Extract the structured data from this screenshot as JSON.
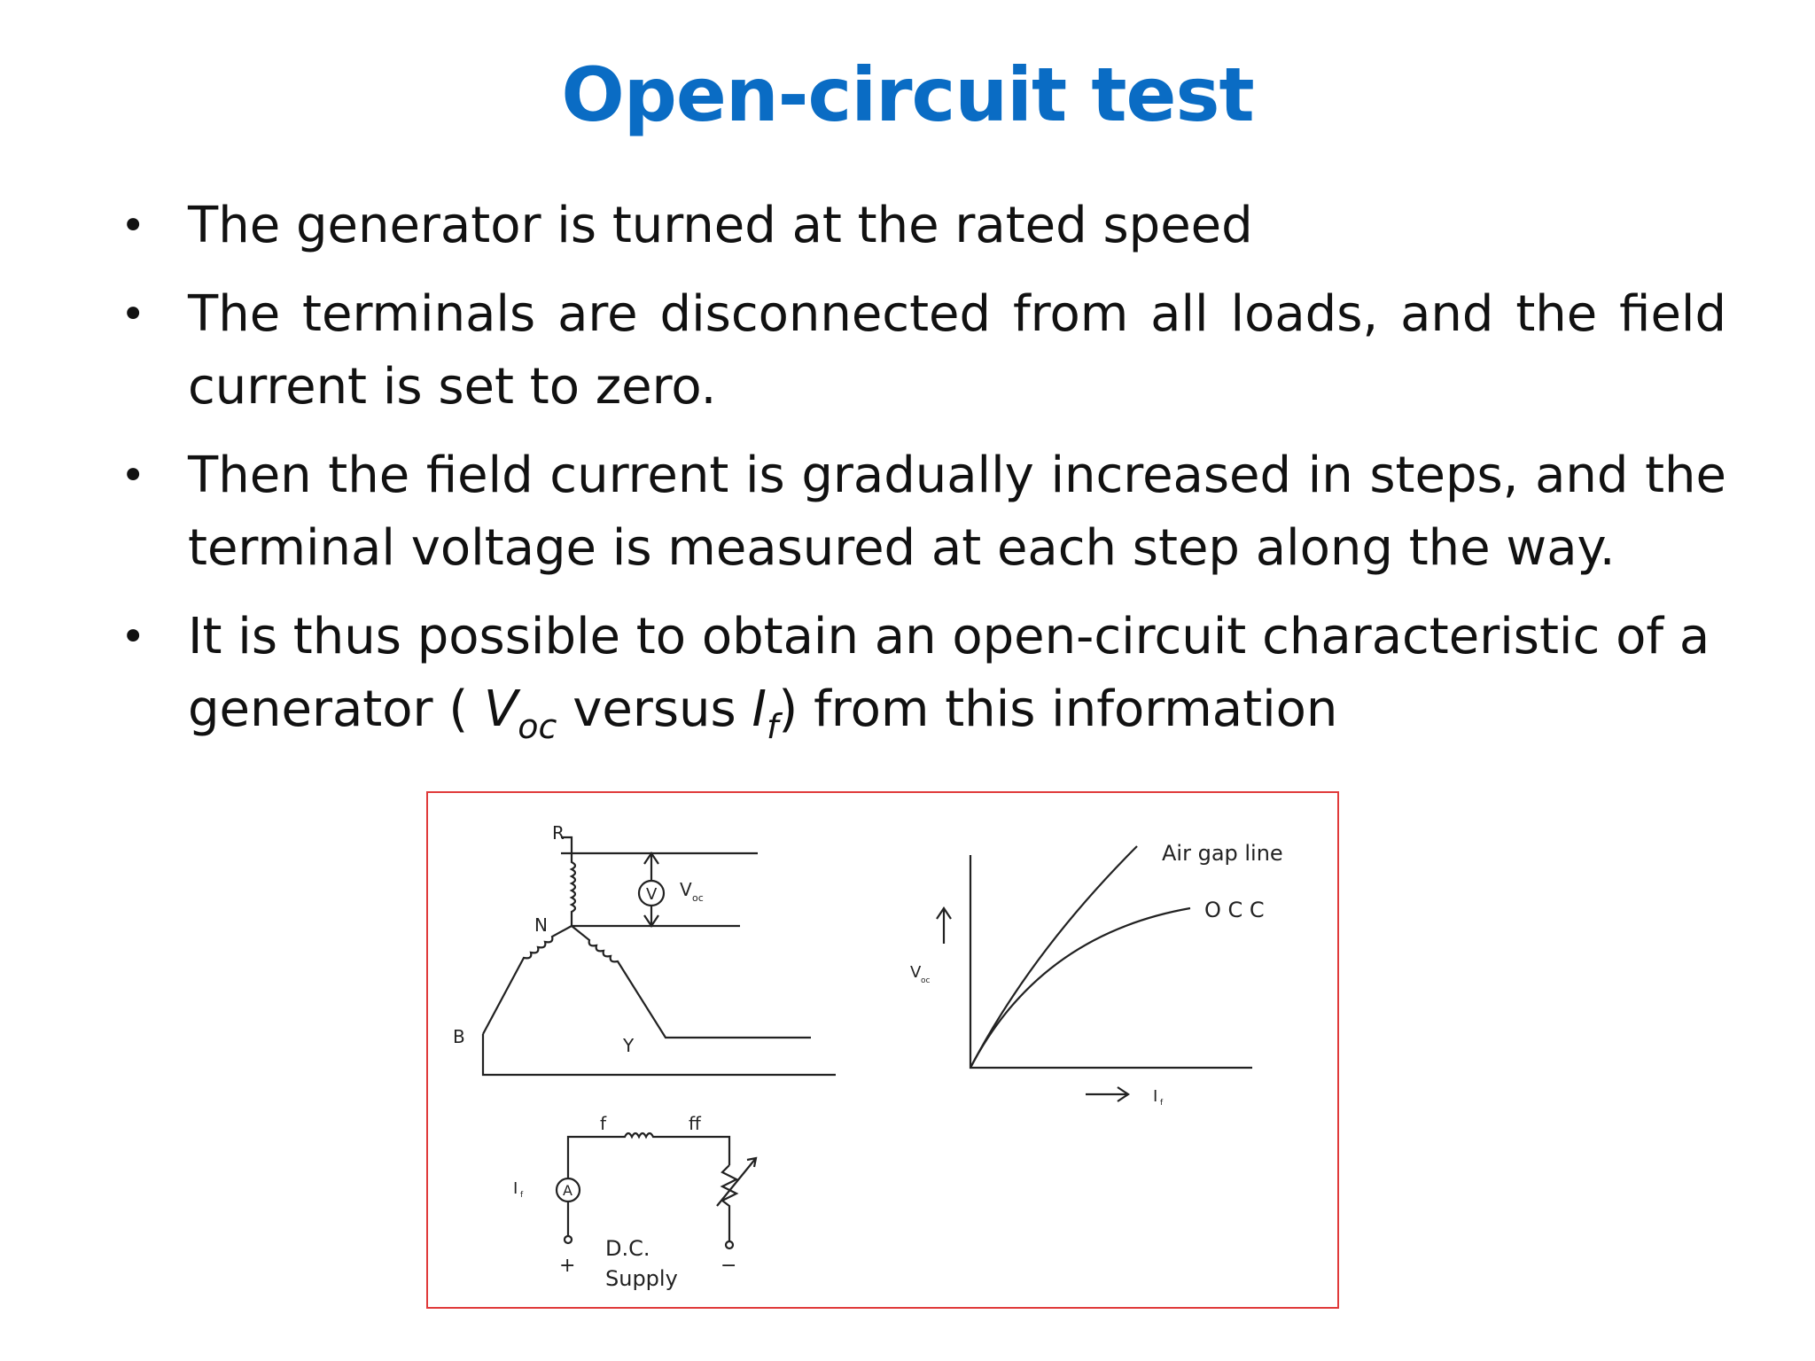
{
  "title": "Open-circuit test",
  "bullets": [
    {
      "text": "The generator is turned at the rated speed"
    },
    {
      "text": "The terminals are disconnected from all loads, and the field current is set to zero."
    },
    {
      "text": "Then the field current is gradually increased in steps, and the terminal voltage is measured at each step along the way."
    },
    {
      "pre": "It is thus possible to obtain an open-circuit characteristic of a generator ( ",
      "v": "V",
      "v_sub": "oc",
      "mid": " versus ",
      "i": "I",
      "i_sub": "f",
      "post": ") from this information"
    }
  ],
  "figure": {
    "circuit": {
      "node_r": "R",
      "node_n": "N",
      "node_b": "B",
      "node_y": "Y",
      "voltmeter": "V",
      "voc_label": "V",
      "voc_sub": "oc",
      "field_f": "f",
      "field_ff": "ff",
      "ammeter": "A",
      "if_label": "I",
      "if_sub": "f",
      "plus": "+",
      "minus": "−",
      "supply_line1": "D.C.",
      "supply_line2": "Supply"
    },
    "graph": {
      "y_label": "V",
      "y_sub": "oc",
      "x_label": "I",
      "x_sub": "f",
      "curve1": "Air gap line",
      "curve2": "O C C"
    }
  }
}
